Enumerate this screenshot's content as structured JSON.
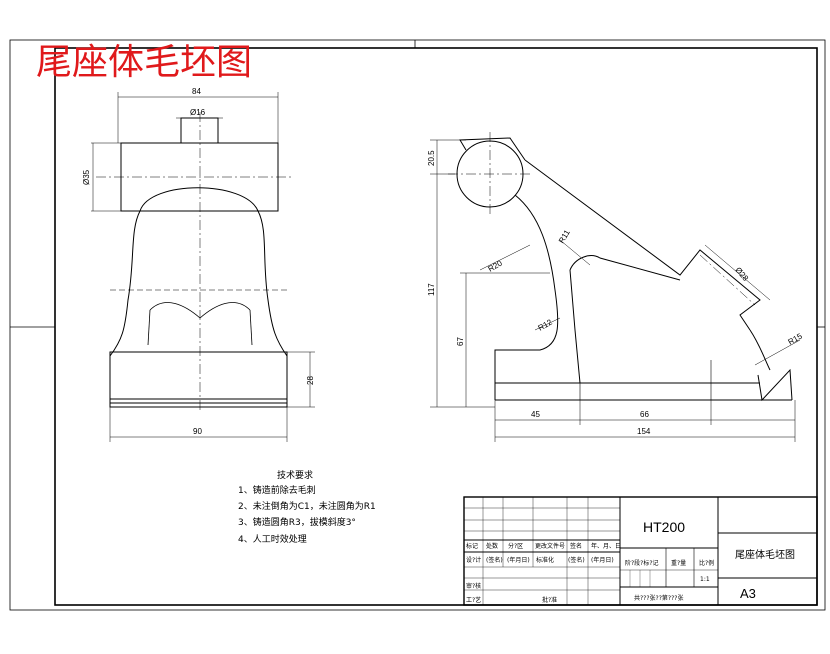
{
  "drawing_title": "尾座体毛坯图",
  "title_color": "#e0191b",
  "line_color": "#000000",
  "front_view": {
    "dim_width_top": "84",
    "dim_boss_dia": "Ø16",
    "dim_left_dia": "Ø35",
    "dim_base_height": "28",
    "dim_base_width": "90"
  },
  "side_view": {
    "dim_top_offset": "20.5",
    "dim_total_height": "117",
    "dim_lower_height": "67",
    "dim_r20": "R20",
    "dim_r11": "R11",
    "dim_r12": "R12",
    "dim_boss_dia": "Ø28",
    "dim_r15": "R15",
    "dim_len_45": "45",
    "dim_len_66": "66",
    "dim_len_total": "154"
  },
  "tech_notes": {
    "heading": "技术要求",
    "items": [
      "1、铸造前除去毛刺",
      "2、未注倒角为C1，未注圆角为R1",
      "3、铸造圆角R3，拔模斜度3°",
      "4、人工时效处理"
    ]
  },
  "title_block": {
    "material": "HT200",
    "part_name": "尾座体毛坯图",
    "sheet_size": "A3",
    "scale": "1:1",
    "row_labels": {
      "mark": "标记",
      "count": "处数",
      "zone": "分?区",
      "change_doc": "更改文件号",
      "sign": "签名",
      "date": "年、月、日",
      "designer": "设?计",
      "sign_date": "(签名)",
      "standard": "标准化",
      "sign_date2": "(签名)",
      "date2": "(年月日)",
      "review": "审?核",
      "process": "工?艺",
      "approve": "批?准",
      "stage_mark": "阶?段?标?记",
      "weight": "重?量",
      "scale_label": "比?例",
      "sheets": "共???张??第???张",
      "date_label": "(年月日)"
    }
  }
}
